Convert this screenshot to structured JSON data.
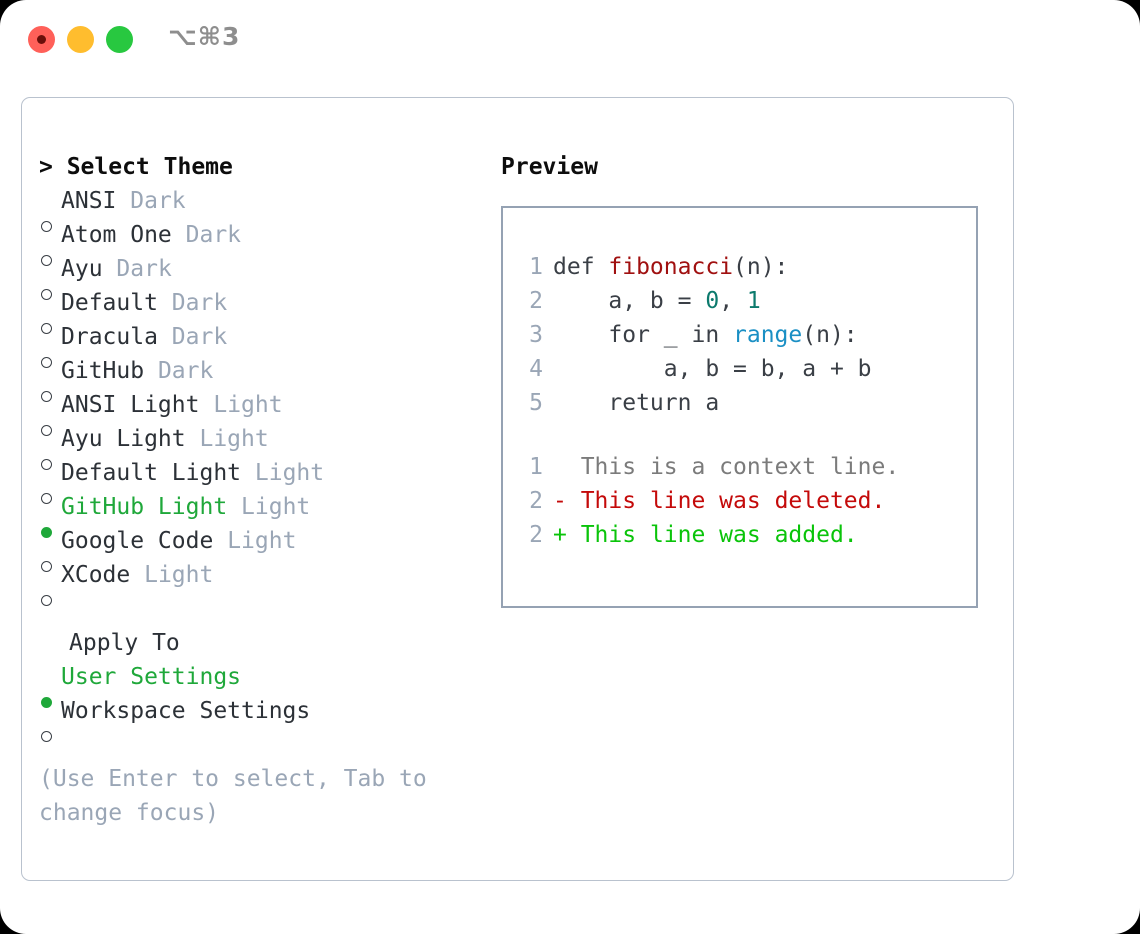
{
  "window": {
    "shortcut": "⌥⌘3",
    "traffic_lights": [
      {
        "name": "close",
        "color": "#ff6059"
      },
      {
        "name": "minimize",
        "color": "#ffbd2e"
      },
      {
        "name": "maximize",
        "color": "#28c840"
      }
    ]
  },
  "theme_picker": {
    "header": "> Select Theme",
    "items": [
      {
        "label": "ANSI",
        "tag": "Dark",
        "selected": false
      },
      {
        "label": "Atom One",
        "tag": "Dark",
        "selected": false
      },
      {
        "label": "Ayu",
        "tag": "Dark",
        "selected": false
      },
      {
        "label": "Default",
        "tag": "Dark",
        "selected": false
      },
      {
        "label": "Dracula",
        "tag": "Dark",
        "selected": false
      },
      {
        "label": "GitHub",
        "tag": "Dark",
        "selected": false
      },
      {
        "label": "ANSI Light",
        "tag": "Light",
        "selected": false
      },
      {
        "label": "Ayu Light",
        "tag": "Light",
        "selected": false
      },
      {
        "label": "Default Light",
        "tag": "Light",
        "selected": false
      },
      {
        "label": "GitHub Light",
        "tag": "Light",
        "selected": true
      },
      {
        "label": "Google Code",
        "tag": "Light",
        "selected": false
      },
      {
        "label": "XCode",
        "tag": "Light",
        "selected": false
      }
    ]
  },
  "apply_to": {
    "header": "Apply To",
    "items": [
      {
        "label": "User Settings",
        "selected": true
      },
      {
        "label": "Workspace Settings",
        "selected": false
      }
    ]
  },
  "hint": "(Use Enter to select, Tab to change focus)",
  "preview": {
    "title": "Preview",
    "code_lines": [
      {
        "num": "1",
        "tokens": [
          {
            "t": "def ",
            "c": "plain"
          },
          {
            "t": "fibonacci",
            "c": "fn"
          },
          {
            "t": "(n):",
            "c": "plain"
          }
        ]
      },
      {
        "num": "2",
        "tokens": [
          {
            "t": "    a, b = ",
            "c": "plain"
          },
          {
            "t": "0",
            "c": "num"
          },
          {
            "t": ", ",
            "c": "plain"
          },
          {
            "t": "1",
            "c": "num"
          }
        ]
      },
      {
        "num": "3",
        "tokens": [
          {
            "t": "    for _ in ",
            "c": "plain"
          },
          {
            "t": "range",
            "c": "call"
          },
          {
            "t": "(n):",
            "c": "plain"
          }
        ]
      },
      {
        "num": "4",
        "tokens": [
          {
            "t": "        a, b = b, a + b",
            "c": "plain"
          }
        ]
      },
      {
        "num": "5",
        "tokens": [
          {
            "t": "    return a",
            "c": "plain"
          }
        ]
      }
    ],
    "diff_lines": [
      {
        "num": "1",
        "marker": "  ",
        "text": "This is a context line.",
        "kind": "context"
      },
      {
        "num": "2",
        "marker": "- ",
        "text": "This line was deleted.",
        "kind": "delete"
      },
      {
        "num": "2",
        "marker": "+ ",
        "text": "This line was added.",
        "kind": "add"
      }
    ]
  },
  "colors": {
    "accent_green": "#1fa83a",
    "tag_gray": "#9aa6b6",
    "text": "#2c3137",
    "border": "#b9c2ce",
    "preview_border": "#95a2b3",
    "diff_add": "#0ac40a",
    "diff_delete": "#c40a0a",
    "token_function": "#a01010",
    "token_number": "#0c7a6d",
    "token_call": "#1a8fc4"
  }
}
